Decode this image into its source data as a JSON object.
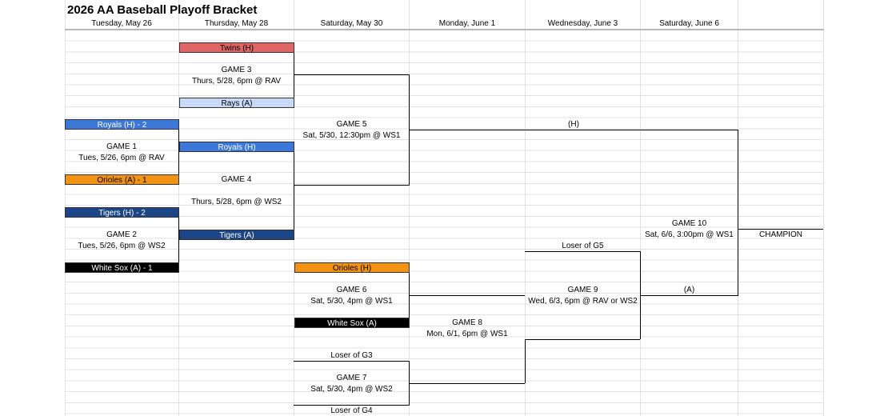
{
  "title": "2026 AA Baseball Playoff Bracket",
  "days": [
    "Tuesday, May 26",
    "Thursday, May 28",
    "Saturday, May 30",
    "Monday, June 1",
    "Wednesday, June 3",
    "Saturday, June 6"
  ],
  "colors": {
    "twins": "#e06666",
    "rays": "#c9daf8",
    "royals": "#3c78d8",
    "orioles": "#f39314",
    "tigers": "#1c4587",
    "white_sox": "#000000"
  },
  "teams": {
    "twins_h": "Twins (H)",
    "rays_a": "Rays (A)",
    "royals_h_2": "Royals (H) - 2",
    "orioles_a_1": "Orioles (A) - 1",
    "royals_h": "Royals (H)",
    "tigers_h_2": "Tigers (H) - 2",
    "white_sox_a_1": "White Sox (A) - 1",
    "tigers_a": "Tigers (A)",
    "orioles_h": "Orioles (H)",
    "white_sox_a": "White Sox (A)"
  },
  "games": {
    "g1": {
      "name": "GAME 1",
      "info": "Tues, 5/26, 6pm @ RAV"
    },
    "g2": {
      "name": "GAME 2",
      "info": "Tues, 5/26, 6pm @ WS2"
    },
    "g3": {
      "name": "GAME 3",
      "info": "Thurs, 5/28, 6pm @ RAV"
    },
    "g4": {
      "name": "GAME 4",
      "info": "Thurs, 5/28, 6pm @ WS2"
    },
    "g5": {
      "name": "GAME 5",
      "info": "Sat, 5/30, 12:30pm @ WS1"
    },
    "g6": {
      "name": "GAME 6",
      "info": "Sat, 5/30, 4pm @ WS1"
    },
    "g7": {
      "name": "GAME 7",
      "info": "Sat, 5/30, 4pm @ WS2"
    },
    "g8": {
      "name": "GAME 8",
      "info": "Mon, 6/1, 6pm @ WS1"
    },
    "g9": {
      "name": "GAME 9",
      "info": "Wed, 6/3, 6pm @ RAV or WS2"
    },
    "g10": {
      "name": "GAME 10",
      "info": "Sat, 6/6, 3:00pm @ WS1"
    }
  },
  "labels": {
    "loser_g3": "Loser of G3",
    "loser_g4": "Loser of G4",
    "loser_g5": "Loser of G5",
    "home": "(H)",
    "away": "(A)",
    "champion": "CHAMPION"
  }
}
